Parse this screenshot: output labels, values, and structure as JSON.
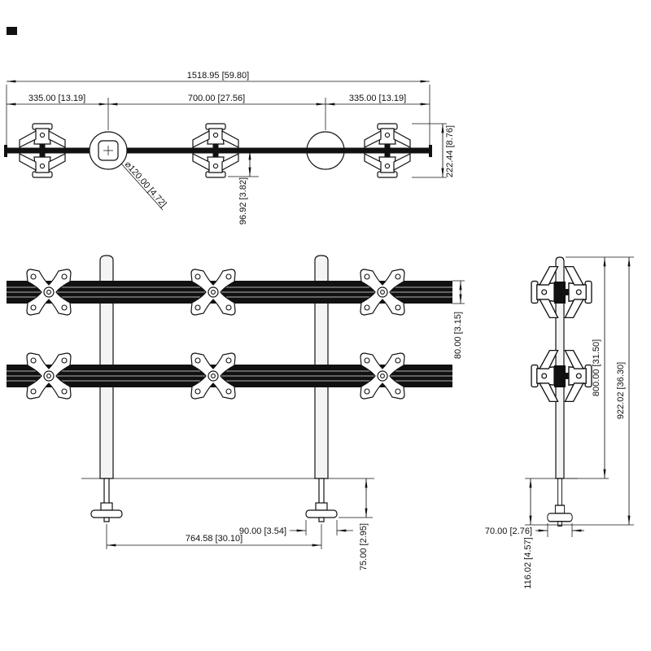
{
  "drawing": {
    "top_view": {
      "overall_width": "1518.95 [59.80]",
      "left_offset": "335.00 [13.19]",
      "center_span": "700.00 [27.56]",
      "right_offset": "335.00 [13.19]",
      "depth": "222.44 [8.76]",
      "pole_diameter": "⌀120.00 [4.72]",
      "mount_offset": "96.92 [3.82]"
    },
    "front_view": {
      "rail_height": "80.00 [3.15]",
      "pole_spacing": "764.58 [30.10]",
      "clamp_width": "90.00 [3.54]",
      "clamp_height": "75.00 [2.95]"
    },
    "side_view": {
      "pole_height": "800.00 [31.50]",
      "overall_height": "922.02 [36.30]",
      "foot_width": "70.00 [2.76]",
      "clamp_depth": "116.02 [4.57]"
    }
  }
}
